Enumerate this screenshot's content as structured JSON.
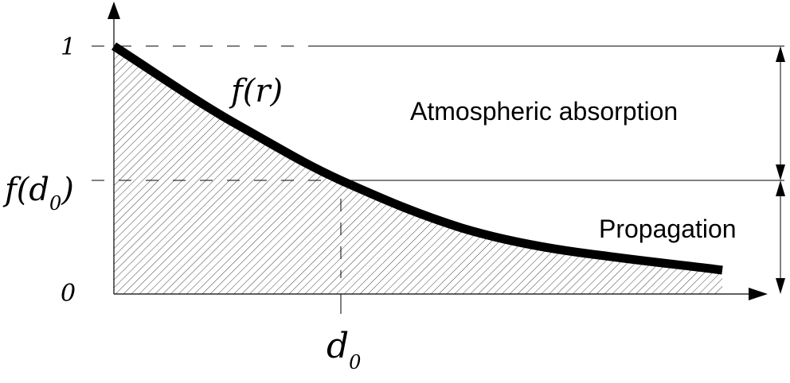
{
  "labels": {
    "y_one": "1",
    "y_fd0_main": "f(d",
    "y_fd0_sub": "0",
    "y_fd0_close": ")",
    "y_zero": "0",
    "curve": "f(r)",
    "x_d0_main": "d",
    "x_d0_sub": "0",
    "region_upper": "Atmospheric absorption",
    "region_lower": "Propagation"
  },
  "colors": {
    "ink": "#000000",
    "hatch": "#444444",
    "background": "#ffffff"
  }
}
